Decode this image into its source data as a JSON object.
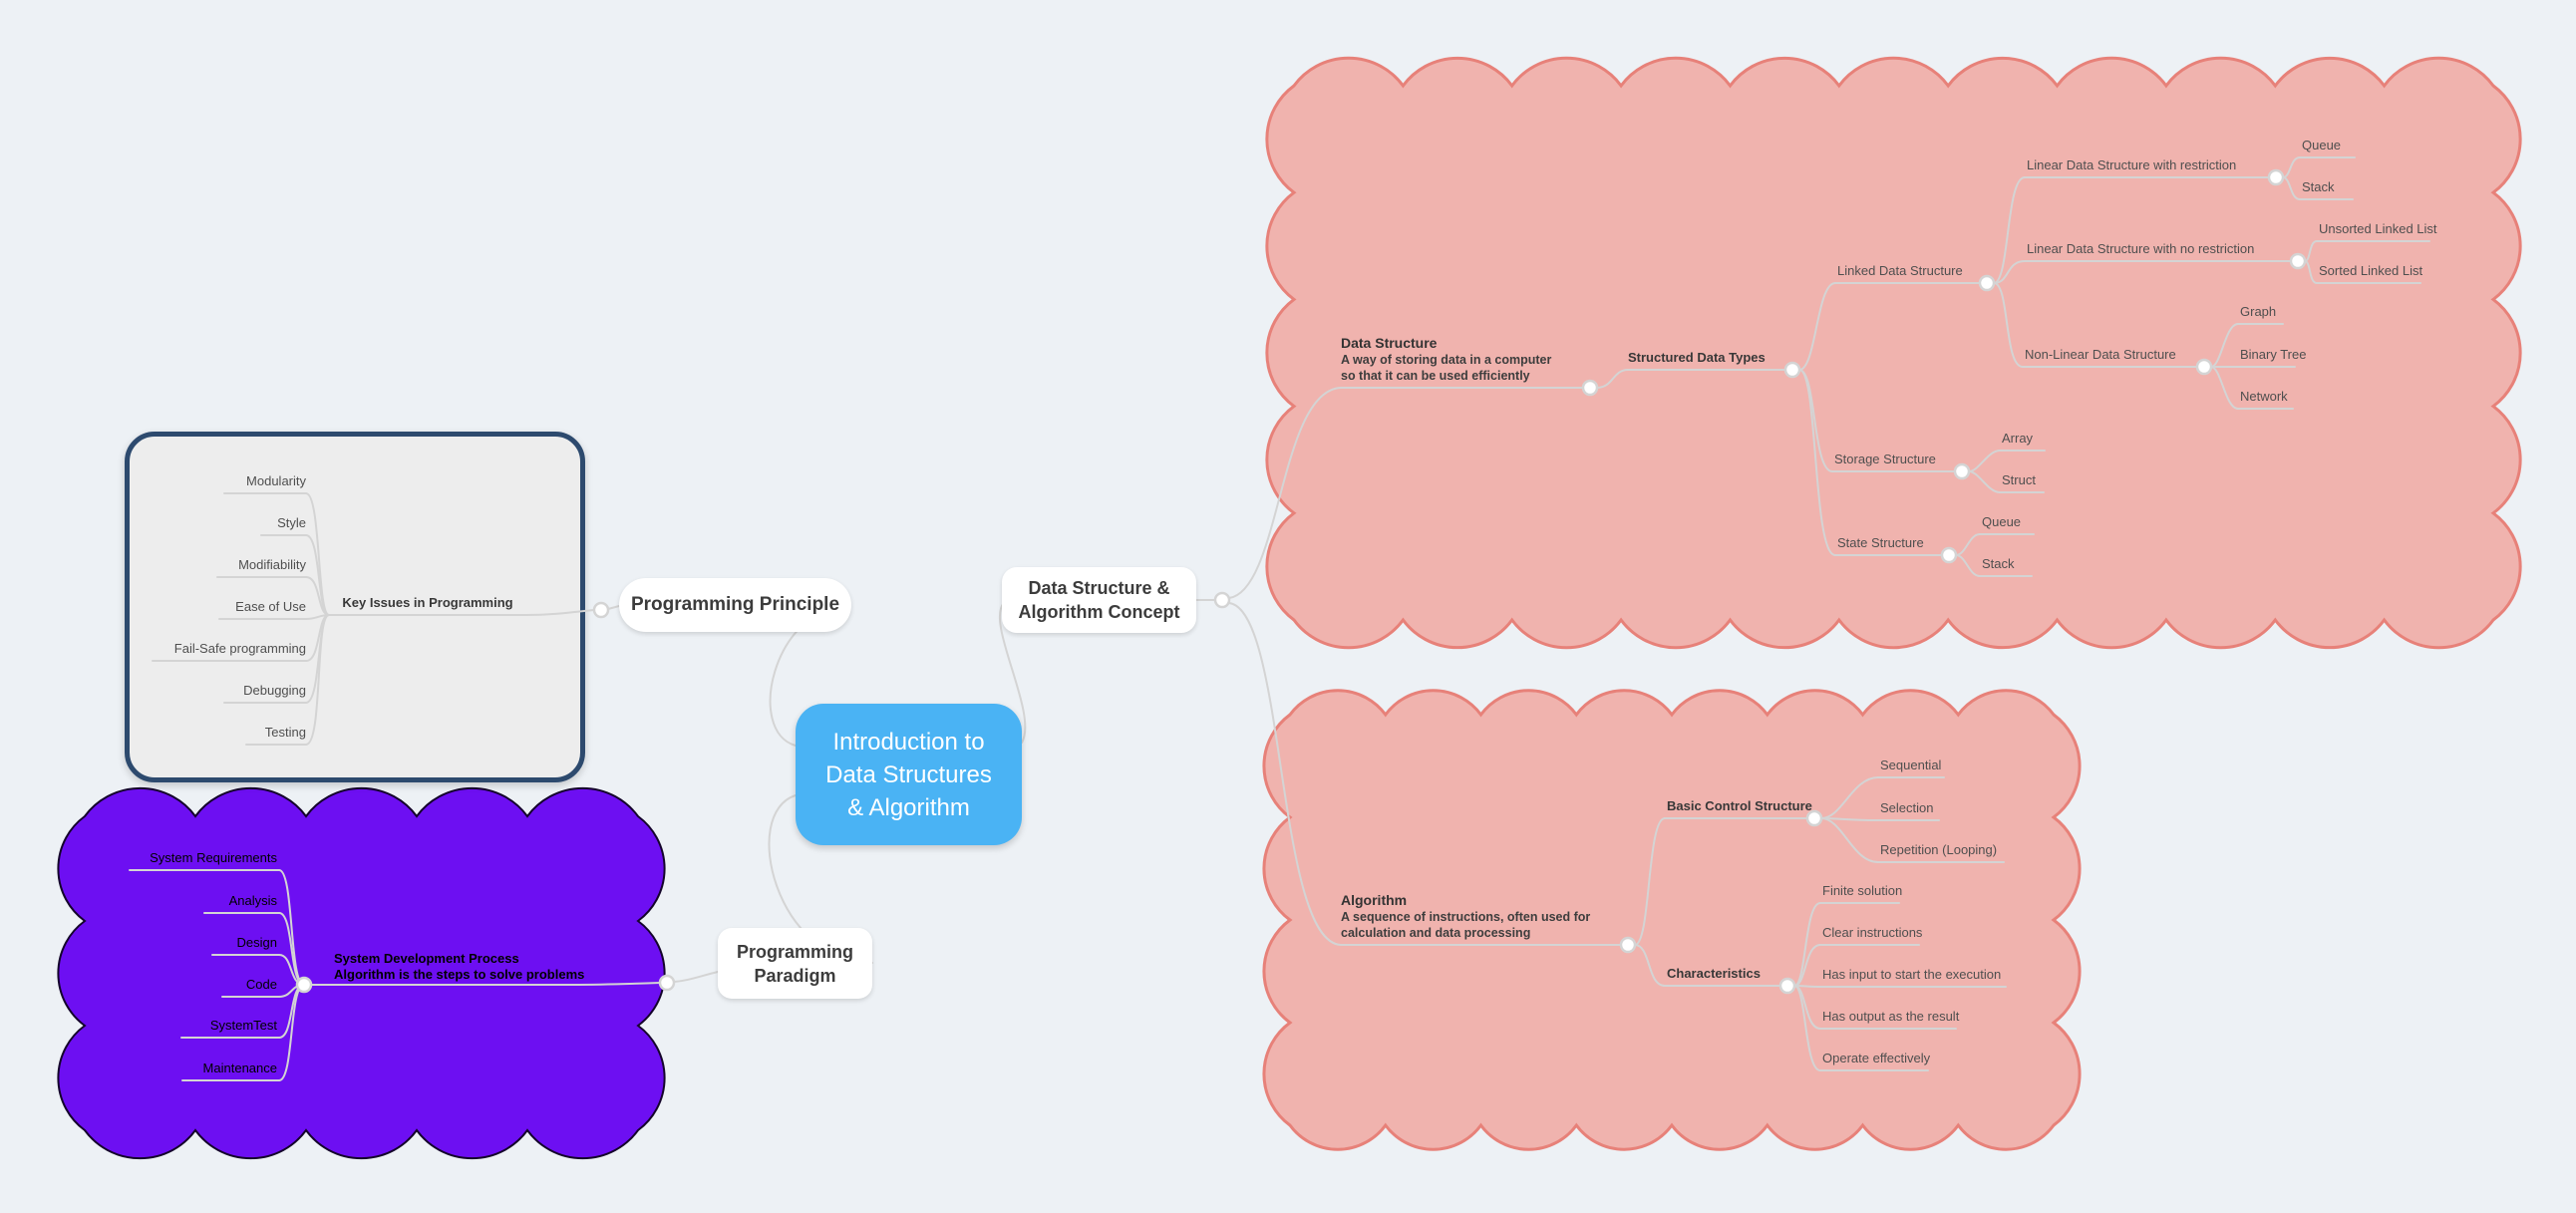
{
  "colors": {
    "background": "#edf1f5",
    "center_blue": "#4ab3f4",
    "cloud_pink": "#f0b3ae",
    "cloud_pink_border": "#e78179",
    "cloud_purple": "#6d0ff2",
    "keyissues_fill": "#ededed",
    "keyissues_border": "#2d4a6e",
    "connector": "#d4d4d4",
    "pill_bg": "#ffffff",
    "text_dark": "#3c3c3c"
  },
  "center": {
    "lines": [
      "Introduction to",
      "Data Structures",
      "& Algorithm"
    ]
  },
  "branches": {
    "programming_principle": {
      "label": "Programming Principle"
    },
    "ds_algo_concept": {
      "line1": "Data Structure &",
      "line2": "Algorithm Concept"
    },
    "programming_paradigm": {
      "line1": "Programming",
      "line2": "Paradigm"
    }
  },
  "key_issues": {
    "parent": "Key Issues in Programming",
    "children": [
      "Modularity",
      "Style",
      "Modifiability",
      "Ease of Use",
      "Fail-Safe programming",
      "Debugging",
      "Testing"
    ]
  },
  "system_dev": {
    "title": "System Development Process",
    "subtitle": "Algorithm is the steps to solve problems",
    "children": [
      "System Requirements",
      "Analysis",
      "Design",
      "Code",
      "SystemTest",
      "Maintenance"
    ]
  },
  "data_structure": {
    "title": "Data Structure",
    "desc1": "A way of storing data in a computer",
    "desc2": "so that it can be used efficiently",
    "structured": {
      "label": "Structured Data Types"
    },
    "linked": {
      "label": "Linked Data Structure",
      "restriction": {
        "label": "Linear Data Structure with restriction",
        "children": [
          "Queue",
          "Stack"
        ]
      },
      "no_restriction": {
        "label": "Linear Data Structure with no restriction",
        "children": [
          "Unsorted Linked List",
          "Sorted Linked List"
        ]
      },
      "non_linear": {
        "label": "Non-Linear Data Structure",
        "children": [
          "Graph",
          "Binary Tree",
          "Network"
        ]
      }
    },
    "storage": {
      "label": "Storage Structure",
      "children": [
        "Array",
        "Struct"
      ]
    },
    "state": {
      "label": "State Structure",
      "children": [
        "Queue",
        "Stack"
      ]
    }
  },
  "algorithm": {
    "title": "Algorithm",
    "desc1": "A sequence of instructions, often used for",
    "desc2": "calculation and data processing",
    "basic_control": {
      "label": "Basic Control Structure",
      "children": [
        "Sequential",
        "Selection",
        "Repetition (Looping)"
      ]
    },
    "characteristics": {
      "label": "Characteristics",
      "children": [
        "Finite solution",
        "Clear instructions",
        "Has input to start the execution",
        "Has output as the result",
        "Operate effectively"
      ]
    }
  }
}
